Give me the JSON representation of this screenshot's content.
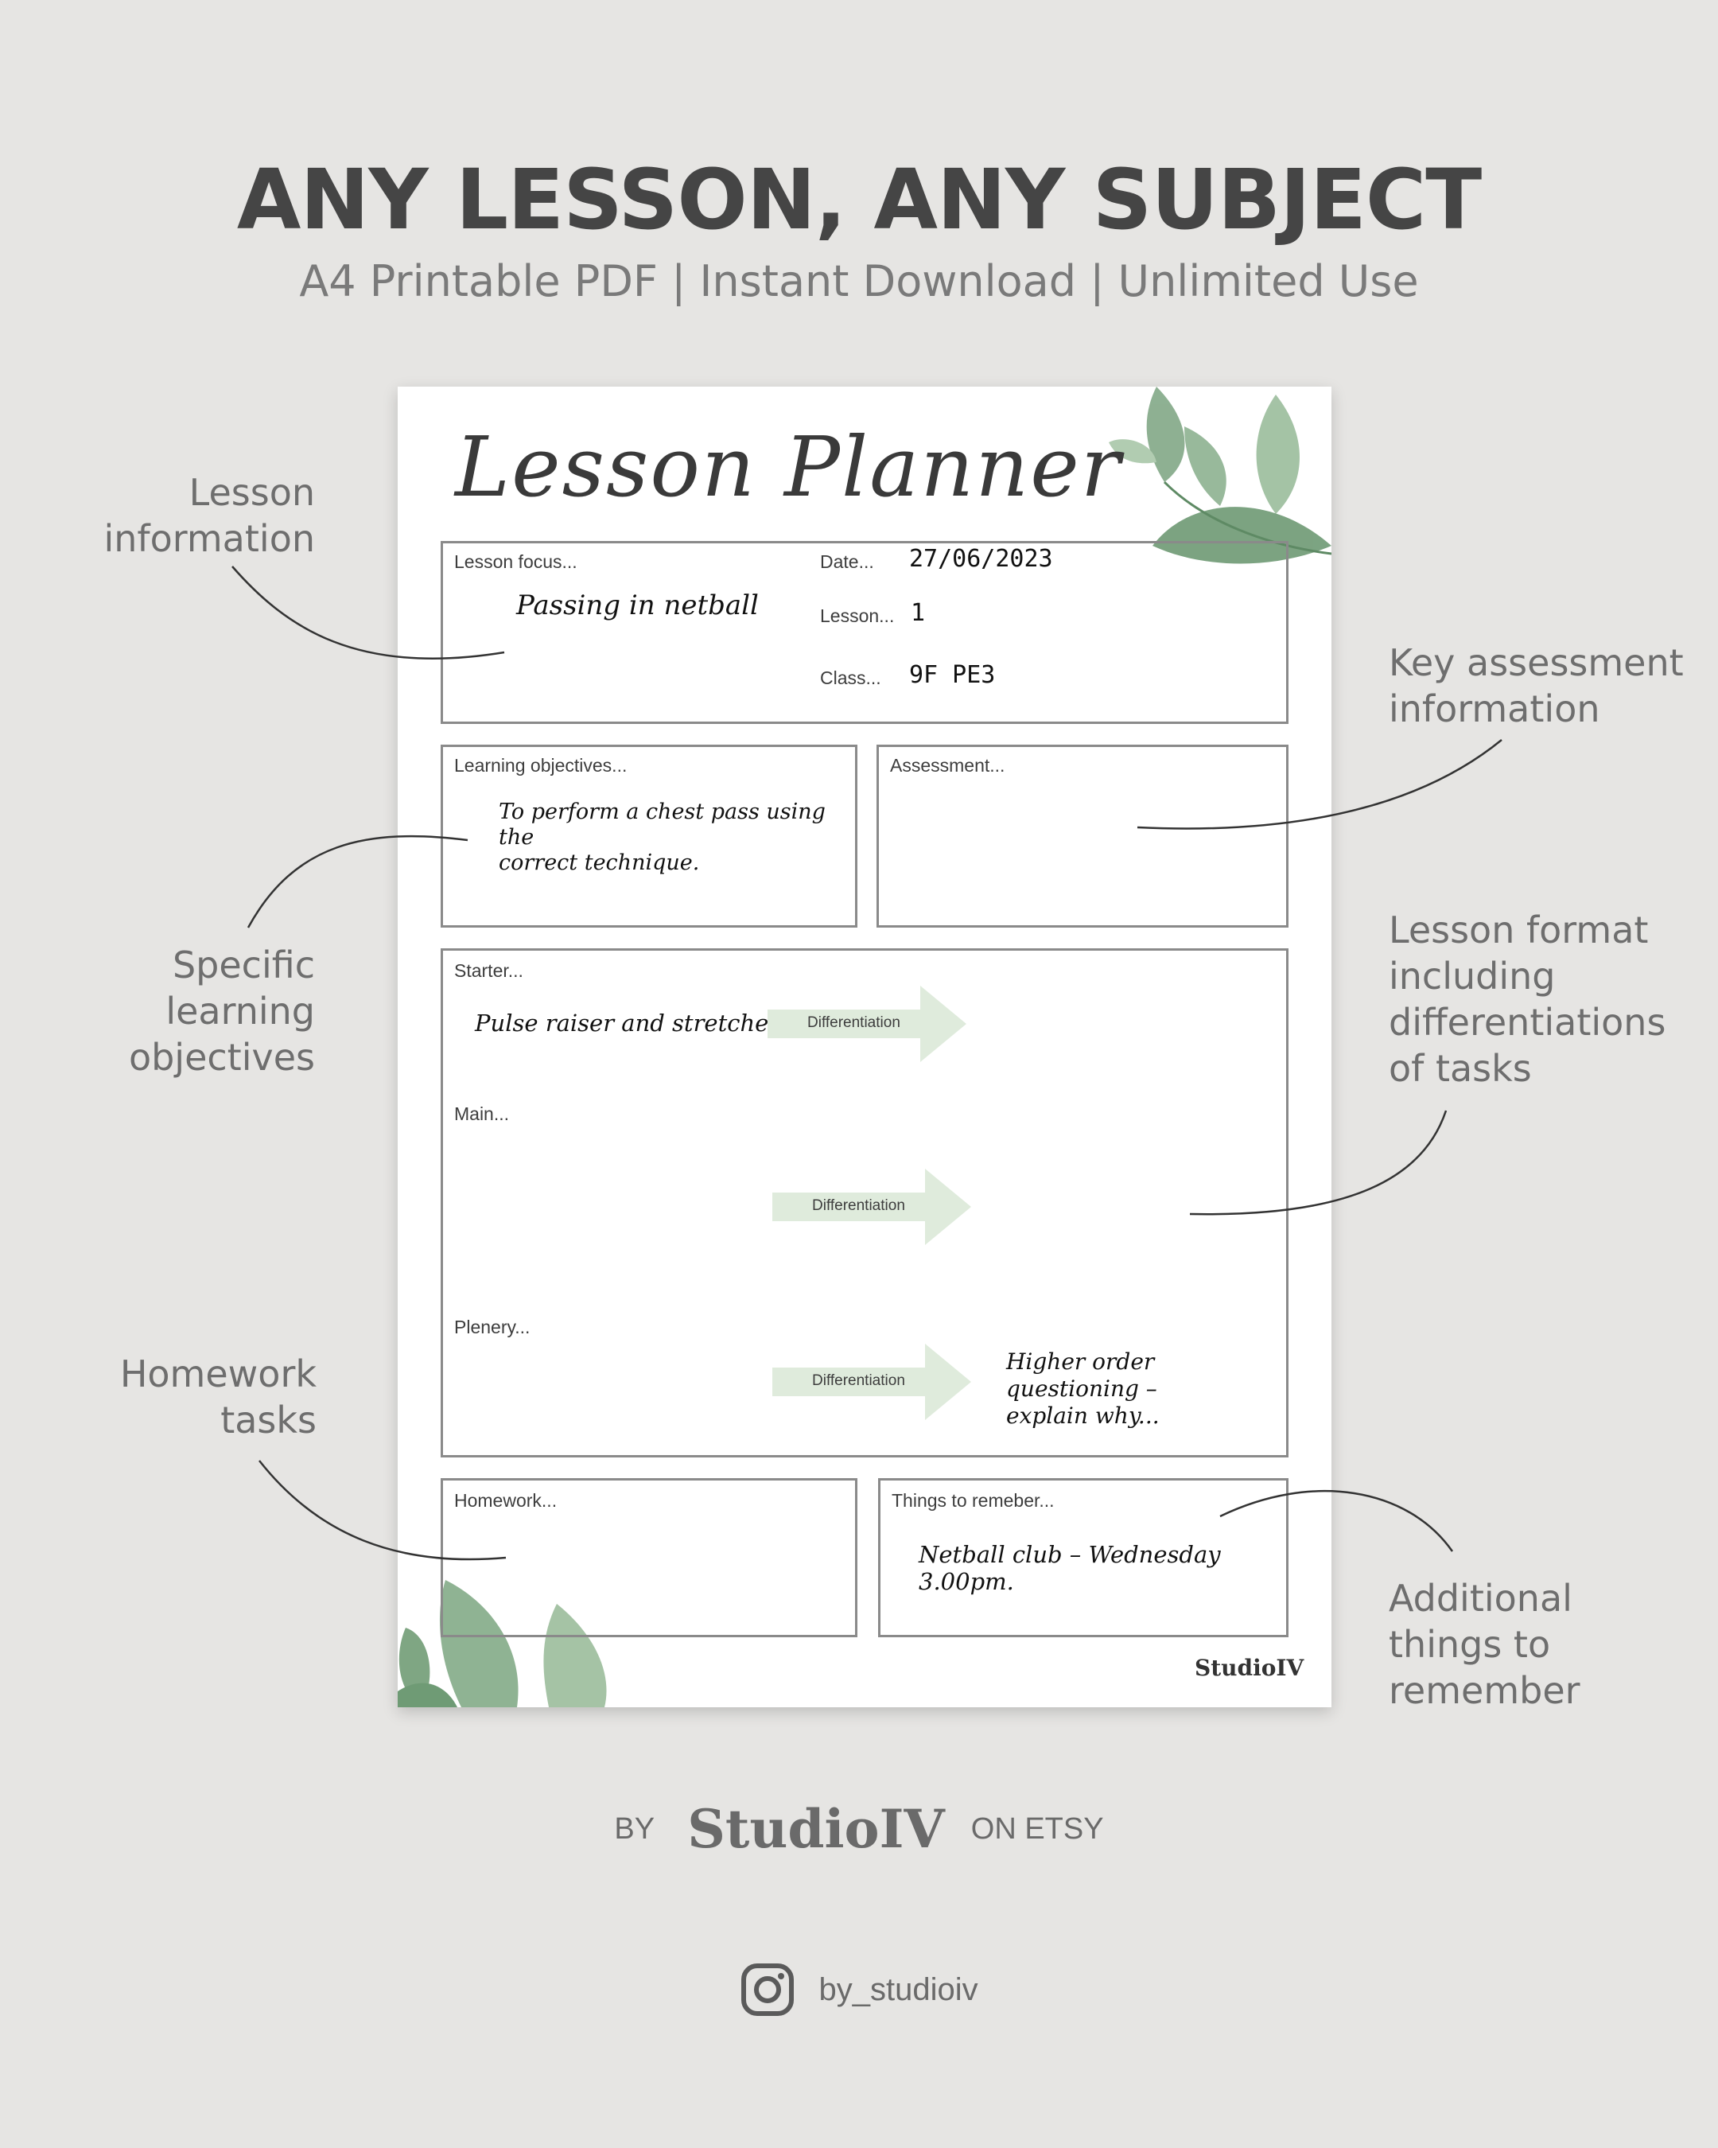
{
  "header": {
    "title": "ANY LESSON, ANY SUBJECT",
    "subtitle": "A4 Printable PDF | Instant Download | Unlimited Use"
  },
  "callouts": {
    "lesson_info": [
      "Lesson",
      "information"
    ],
    "key_assessment": [
      "Key assessment",
      "information"
    ],
    "specific_objectives": [
      "Specific",
      "learning",
      "objectives"
    ],
    "lesson_format": [
      "Lesson format",
      "including",
      "differentiations",
      "of tasks"
    ],
    "homework_tasks": [
      "Homework",
      "tasks"
    ],
    "additional": [
      "Additional",
      "things to",
      "remember"
    ]
  },
  "planner": {
    "title": "Lesson Planner",
    "lesson_focus_label": "Lesson focus...",
    "lesson_focus_value": "Passing in netball",
    "date_label": "Date...",
    "date_value": "27/06/2023",
    "lesson_label": "Lesson...",
    "lesson_value": "1",
    "class_label": "Class...",
    "class_value": "9F PE3",
    "objectives_label": "Learning objectives...",
    "objectives_value_line1": "To perform a chest pass using the",
    "objectives_value_line2": "correct technique.",
    "assessment_label": "Assessment...",
    "starter_label": "Starter...",
    "starter_value": "Pulse raiser and stretches.",
    "main_label": "Main...",
    "plenary_label": "Plenery...",
    "plenary_value_line1": "Higher order questioning –",
    "plenary_value_line2": "explain why...",
    "differentiation_label": "Differentiation",
    "homework_label": "Homework...",
    "things_label": "Things to remeber...",
    "things_value": "Netball club – Wednesday 3.00pm.",
    "brand_mark": "StudioIV"
  },
  "footer": {
    "by": "BY",
    "brand": "StudioIV",
    "on_etsy": "ON ETSY",
    "instagram_handle": "by_studioiv"
  },
  "colors": {
    "background": "#e6e5e3",
    "leaf_green": "#7fa683",
    "arrow_green": "#dfebdc"
  },
  "icons": {
    "instagram": "instagram-icon",
    "leaves": "leaf-decoration"
  }
}
